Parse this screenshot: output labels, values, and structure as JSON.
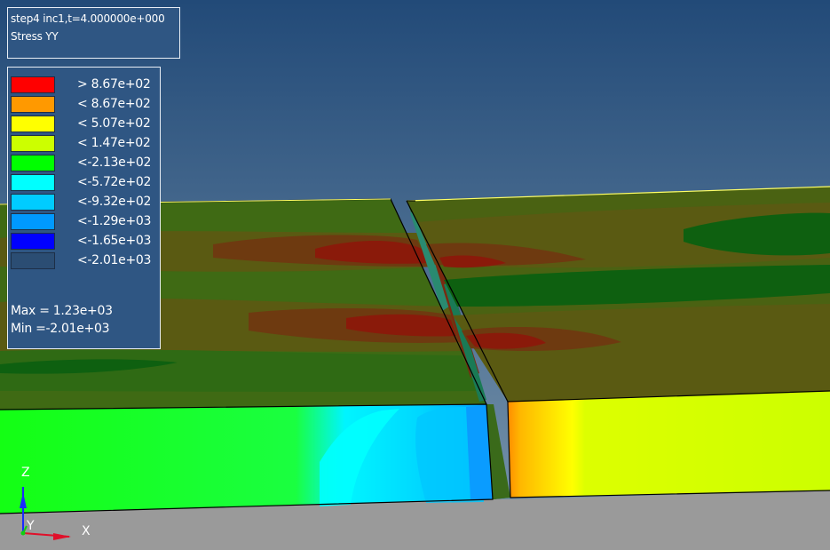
{
  "info": {
    "line1": "step4 inc1,t=4.000000e+000",
    "line2": "Stress YY"
  },
  "legend": {
    "items": [
      {
        "label": "> 8.67e+02",
        "color": "#ff0000"
      },
      {
        "label": "< 8.67e+02",
        "color": "#ff9900"
      },
      {
        "label": "< 5.07e+02",
        "color": "#ffff00"
      },
      {
        "label": "< 1.47e+02",
        "color": "#ccff00"
      },
      {
        "label": "<-2.13e+02",
        "color": "#00ff00"
      },
      {
        "label": "<-5.72e+02",
        "color": "#00ffff"
      },
      {
        "label": "<-9.32e+02",
        "color": "#00ccff"
      },
      {
        "label": "<-1.29e+03",
        "color": "#0099ff"
      },
      {
        "label": "<-1.65e+03",
        "color": "#0000ff"
      },
      {
        "label": "<-2.01e+03",
        "color": "#2b4d73"
      }
    ],
    "max_text": "Max = 1.23e+03",
    "min_text": "Min =-2.01e+03"
  },
  "triad": {
    "z_label": "Z",
    "y_label": "Y",
    "x_label": "X"
  },
  "colors": {
    "background_top": "#224a78",
    "background_bottom": "#7a96ad",
    "floor": "#999999"
  }
}
